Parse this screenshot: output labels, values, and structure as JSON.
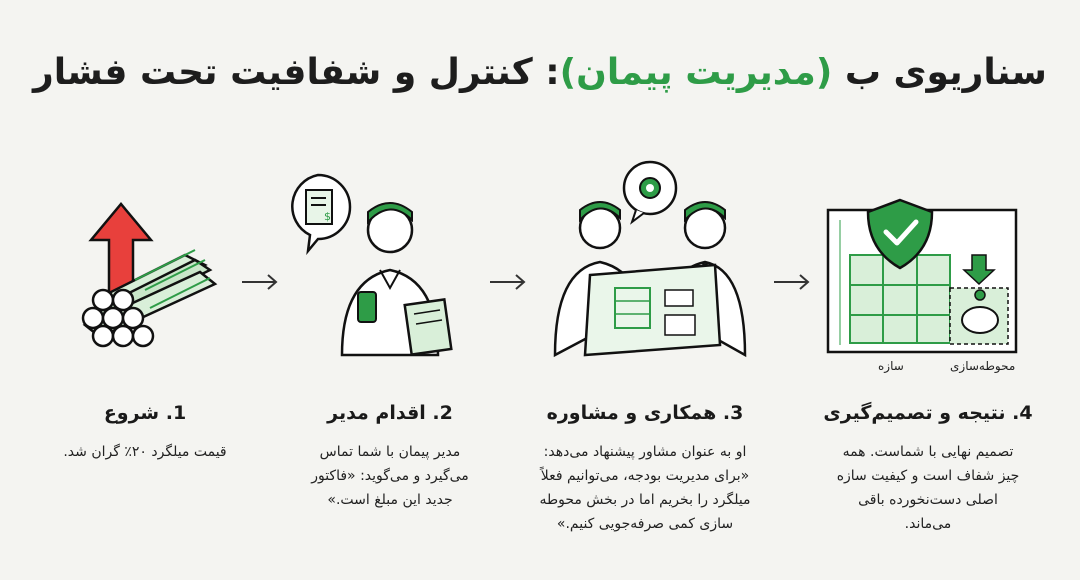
{
  "title": {
    "before": "سناریوی ب ",
    "highlight": "(مدیریت پیمان)",
    "after": ": کنترل و شفافیت تحت فشار"
  },
  "steps": [
    {
      "title": "1. شروع",
      "lines": [
        "قیمت میلگرد ۲۰٪ گران شد."
      ]
    },
    {
      "title": "2. اقدام مدیر",
      "lines": [
        "مدیر پیمان با شما تماس",
        "می‌گیرد و می‌گوید: «فاکتور",
        "جدید این مبلغ است.»"
      ]
    },
    {
      "title": "3. همکاری و مشاوره",
      "lines": [
        "او به عنوان مشاور پیشنهاد می‌دهد:",
        "«برای مدیریت بودجه، می‌توانیم فعلاً",
        "میلگرد را بخریم اما در بخش محوطه",
        "سازی کمی صرفه‌جویی کنیم.»"
      ]
    },
    {
      "title": "4. نتیجه و تصمیم‌گیری",
      "lines": [
        "تصمیم نهایی با شماست. همه",
        "چیز شفاف است و کیفیت سازه",
        "اصلی دست‌نخورده باقی",
        "می‌ماند."
      ]
    }
  ],
  "captions": {
    "structure": "سازه",
    "landscaping": "محوطه‌سازی"
  },
  "colors": {
    "accent": "#2e9c47",
    "accent_light": "#d9efd9",
    "up_arrow": "#e8403c",
    "ink": "#1a1a1a",
    "background": "#f4f4f1"
  },
  "icons": [
    "rebar-bundle-icon",
    "price-up-arrow-icon",
    "invoice-bubble-icon",
    "manager-phone-icon",
    "gear-bubble-icon",
    "consultants-plan-icon",
    "shield-check-icon",
    "building-plan-icon",
    "piggy-bank-icon",
    "flow-arrow-icon"
  ]
}
